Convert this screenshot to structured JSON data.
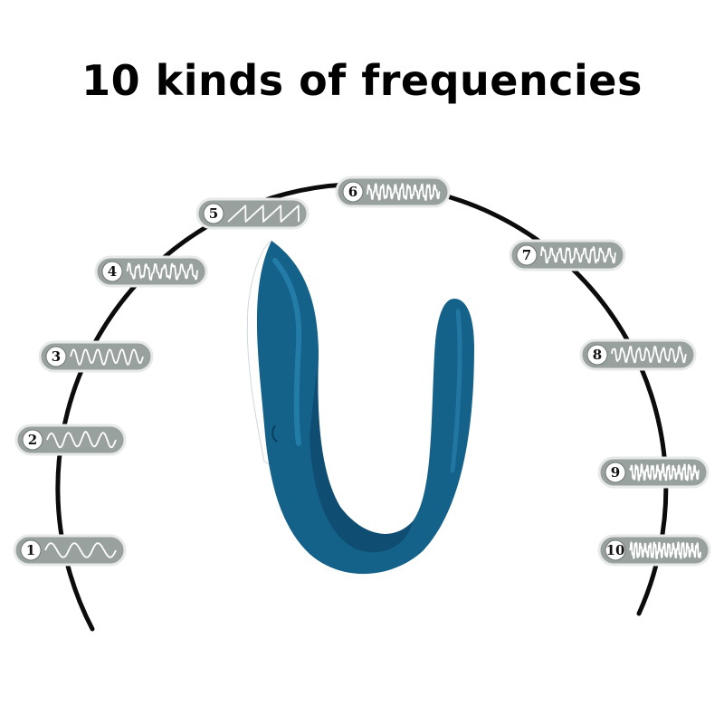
{
  "title": "10 kinds of frequencies",
  "colors": {
    "background": "#ffffff",
    "arc": "#0c0c0c",
    "badge_fill": "#99a19e",
    "badge_stroke": "#e6e9e8",
    "wave": "#ffffff",
    "circle_fill": "#ffffff",
    "device_main": "#14618a",
    "device_dark": "#0b3f5e",
    "device_light": "#2a86b3"
  },
  "frequencies": [
    {
      "label": "1",
      "cycles": 3,
      "jitter": 0
    },
    {
      "label": "2",
      "cycles": 4,
      "jitter": 0
    },
    {
      "label": "3",
      "cycles": 6,
      "jitter": 0
    },
    {
      "label": "4",
      "cycles": 8,
      "jitter": 0.35
    },
    {
      "label": "5",
      "cycles": 4,
      "jitter": 0,
      "shape": "saw"
    },
    {
      "label": "6",
      "cycles": 11,
      "jitter": 0.4
    },
    {
      "label": "7",
      "cycles": 9,
      "jitter": 0.35
    },
    {
      "label": "8",
      "cycles": 9,
      "jitter": 0.2
    },
    {
      "label": "9",
      "cycles": 13,
      "jitter": 0.5
    },
    {
      "label": "10",
      "cycles": 15,
      "jitter": 0.5
    }
  ]
}
